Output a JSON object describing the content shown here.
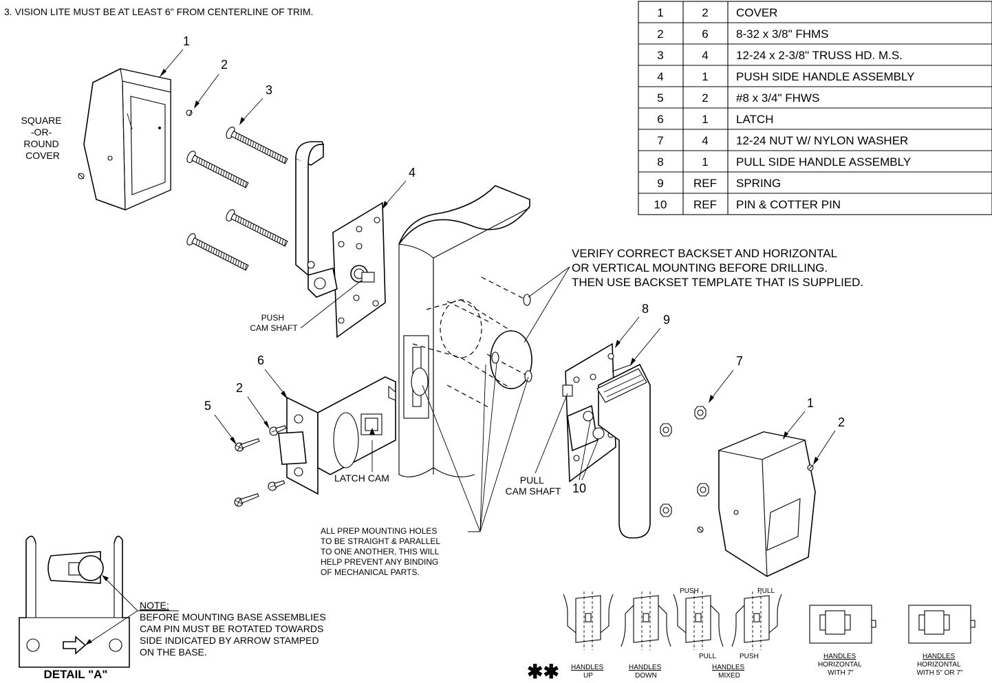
{
  "note_top": "3. VISION LITE MUST BE AT LEAST 6\" FROM CENTERLINE OF TRIM.",
  "parts_table": {
    "rows": [
      {
        "item": "1",
        "qty": "2",
        "desc": "COVER"
      },
      {
        "item": "2",
        "qty": "6",
        "desc": "8-32 x 3/8\" FHMS"
      },
      {
        "item": "3",
        "qty": "4",
        "desc": "12-24 x 2-3/8\" TRUSS HD. M.S."
      },
      {
        "item": "4",
        "qty": "1",
        "desc": "PUSH SIDE HANDLE ASSEMBLY"
      },
      {
        "item": "5",
        "qty": "2",
        "desc": "#8 x 3/4\" FHWS"
      },
      {
        "item": "6",
        "qty": "1",
        "desc": "LATCH"
      },
      {
        "item": "7",
        "qty": "4",
        "desc": "12-24 NUT W/ NYLON WASHER"
      },
      {
        "item": "8",
        "qty": "1",
        "desc": "PULL SIDE HANDLE ASSEMBLY"
      },
      {
        "item": "9",
        "qty": "REF",
        "desc": "SPRING"
      },
      {
        "item": "10",
        "qty": "REF",
        "desc": "PIN & COTTER PIN"
      }
    ]
  },
  "cover_label": [
    "SQUARE",
    "-OR-",
    "ROUND",
    "COVER"
  ],
  "callouts": {
    "c1a": "1",
    "c2a": "2",
    "c3": "3",
    "c4": "4",
    "c6": "6",
    "c2b": "2",
    "c5": "5",
    "c8": "8",
    "c9": "9",
    "c7": "7",
    "c1b": "1",
    "c2c": "2",
    "c10": "10"
  },
  "push_cam_shaft": [
    "PUSH",
    "CAM SHAFT"
  ],
  "latch_cam": "LATCH CAM",
  "pull_cam_shaft": [
    "PULL",
    "CAM SHAFT"
  ],
  "verify_note": [
    "VERIFY CORRECT BACKSET AND HORIZONTAL",
    "OR VERTICAL MOUNTING BEFORE DRILLING.",
    "THEN USE BACKSET TEMPLATE THAT IS SUPPLIED."
  ],
  "prep_note": [
    "ALL PREP MOUNTING HOLES",
    "TO BE STRAIGHT & PARALLEL",
    "TO ONE ANOTHER, THIS WILL",
    "HELP PREVENT ANY BINDING",
    "OF MECHANICAL PARTS."
  ],
  "detail_note": {
    "title": "NOTE:",
    "lines": [
      "BEFORE MOUNTING BASE ASSEMBLIES",
      "CAM PIN MUST BE ROTATED TOWARDS",
      "SIDE INDICATED BY ARROW STAMPED",
      "ON THE BASE."
    ]
  },
  "detail_title": "DETAIL \"A\"",
  "handles": {
    "stars": "✱✱",
    "up": [
      "HANDLES",
      "UP"
    ],
    "down": [
      "HANDLES",
      "DOWN"
    ],
    "mixed": [
      "HANDLES",
      "MIXED"
    ],
    "push_a": "PUSH",
    "pull_a": "PULL",
    "pull_b": "PULL",
    "push_b": "PUSH",
    "horiz7": [
      "HANDLES",
      "HORIZONTAL",
      "WITH 7\""
    ],
    "horiz57": [
      "HANDLES",
      "HORIZONTAL",
      "WITH 5\" OR 7\""
    ]
  }
}
